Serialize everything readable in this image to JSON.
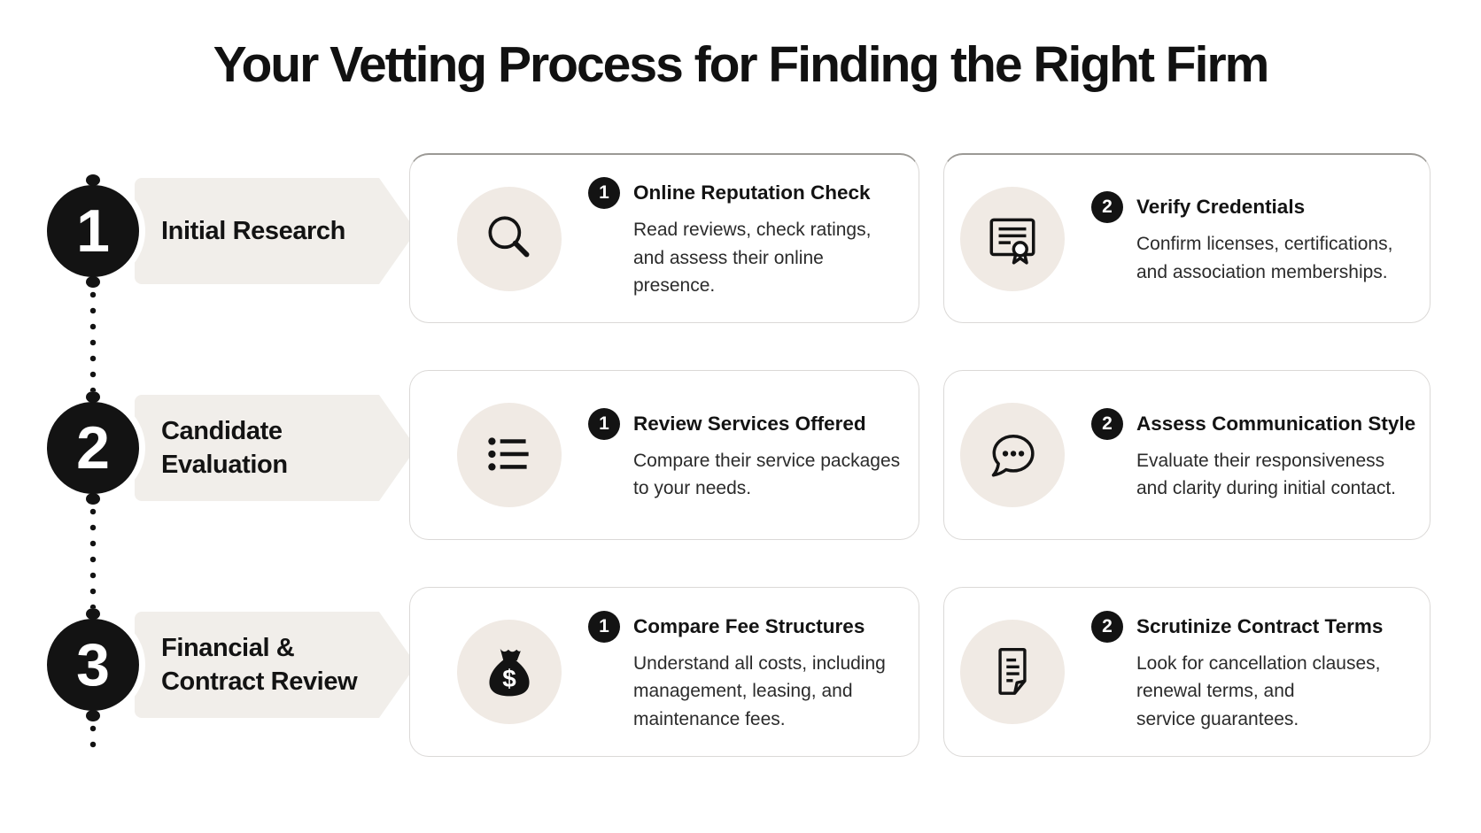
{
  "title": "Your Vetting Process for Finding the Right Firm",
  "colors": {
    "background": "#ffffff",
    "ink": "#131313",
    "banner_background": "#f1eeea",
    "icon_circle_background": "#f0eae4",
    "card_border": "#dbd9d7"
  },
  "steps": [
    {
      "number": "1",
      "label": "Initial Research",
      "cards": [
        {
          "badge": "1",
          "icon": "magnifier-icon",
          "title": "Online Reputation Check",
          "description": "Read reviews, check ratings,\nand assess their online presence."
        },
        {
          "badge": "2",
          "icon": "certificate-icon",
          "title": "Verify Credentials",
          "description": "Confirm licenses, certifications,\nand association memberships."
        }
      ]
    },
    {
      "number": "2",
      "label": "Candidate\nEvaluation",
      "cards": [
        {
          "badge": "1",
          "icon": "bulleted-list-icon",
          "title": "Review Services Offered",
          "description": "Compare their service packages\nto your needs."
        },
        {
          "badge": "2",
          "icon": "speech-bubble-icon",
          "title": "Assess Communication Style",
          "description": "Evaluate their responsiveness\nand clarity during initial contact."
        }
      ]
    },
    {
      "number": "3",
      "label": "Financial &\nContract Review",
      "cards": [
        {
          "badge": "1",
          "icon": "money-bag-icon",
          "title": "Compare Fee Structures",
          "description": "Understand all costs, including\nmanagement, leasing, and\nmaintenance fees."
        },
        {
          "badge": "2",
          "icon": "contract-document-icon",
          "title": "Scrutinize Contract Terms",
          "description": "Look for cancellation clauses,\nrenewal terms, and\nservice guarantees."
        }
      ]
    }
  ]
}
